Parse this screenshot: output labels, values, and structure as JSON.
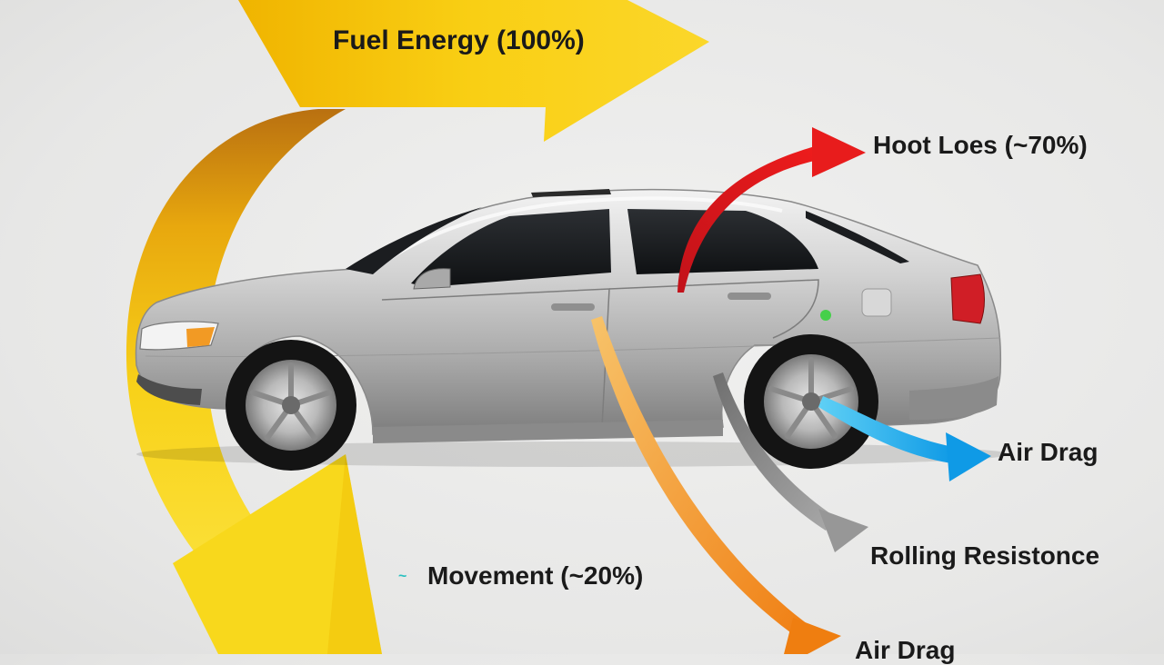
{
  "labels": {
    "fuel_energy": "Fuel Energy (100%)",
    "heat_loss": "Hoot Loes (~70%)",
    "air_drag": "Air Drag",
    "rolling_resistance": "Rolling Resistonce",
    "movement": "Movement (~20%)",
    "air_drag_bottom": "Air Drag",
    "movement_bullet": "~"
  },
  "colors": {
    "fuel_arrow": "#f7c613",
    "heat_arrow": "#e01b1b",
    "air_drag_arrow": "#1aa6ea",
    "rolling_arrow": "#8d8d8d",
    "bottom_arrow": "#f28e1c",
    "car_body": "#c4c4c4",
    "background": "#ececec"
  },
  "icons": [
    "car-illustration",
    "fuel-energy-arrow",
    "heat-loss-arrow",
    "air-drag-arrow",
    "rolling-resistance-arrow",
    "air-drag-bottom-arrow"
  ]
}
